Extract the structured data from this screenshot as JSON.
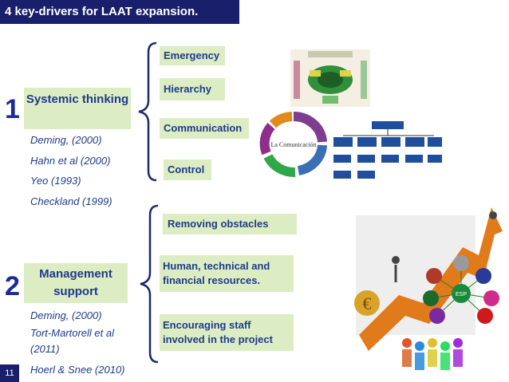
{
  "title": "4 key-drivers for LAAT expansion.",
  "section1": {
    "number": "1",
    "topic": "Systemic thinking",
    "refs": [
      "Deming, (2000)",
      "Hahn et al (2000)",
      "Yeo (1993)",
      "Checkland (1999)"
    ],
    "drivers": [
      "Emergency",
      "Hierarchy",
      "Communication",
      "Control"
    ]
  },
  "section2": {
    "number": "2",
    "topic": "Management support",
    "refs": [
      "Deming, (2000)",
      "Tort-Martorell et al (2011)",
      "Hoerl & Snee (2010)"
    ],
    "drivers": [
      "Removing obstacles",
      "Human, technical and financial resources.",
      "Encouraging  staff involved in the project"
    ]
  },
  "images": {
    "communication_cycle_label": "La Comunicación",
    "euro_symbol": "€",
    "network_center": "ESP"
  },
  "page_number": "11"
}
